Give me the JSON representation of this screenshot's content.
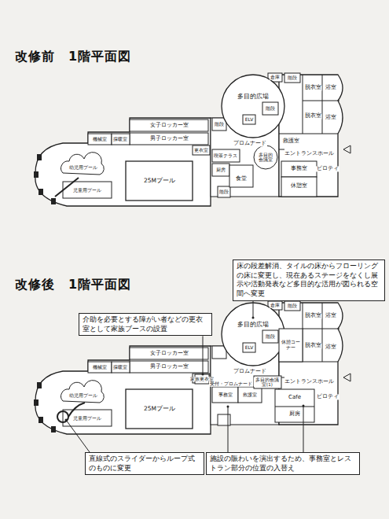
{
  "diagram": {
    "nodes": [
      {
        "text": [
          "床の段差解消、タイルの床からフローリングの床に変更し、現在あるステージをなくし展示や活動発表など多目的な活用が図られる空間へ変更"
        ]
      },
      {
        "text": [
          "介助を必要とする障がい者などの更衣室として家族ブースの設置"
        ]
      },
      {
        "text": [
          "直線式のスライダーからループ式のものに変更"
        ]
      },
      {
        "text": [
          "施設の賑わいを演出するため、事務室とレストラン部分の位置の入替え"
        ]
      }
    ],
    "labels": [
      "改修前　1階平面図",
      "倉庫",
      "階段",
      "脱衣室",
      "浴室",
      "脱衣室",
      "浴室",
      "多目的広場",
      "階段",
      "ELV",
      "階段",
      "女子ロッカー室",
      "男子ロッカー室",
      "機械室",
      "採暖室",
      "救護室",
      "更衣室",
      "プロムナード",
      "エントランスホール",
      "ピロティ",
      "幼児用プール",
      "喫茶テラス",
      "多目的会議室",
      "事務室",
      "25Mプール",
      "厨房",
      "食堂",
      "休憩室",
      "児童用プール",
      "階段",
      "改修後　1階平面図",
      "倉庫",
      "階段",
      "脱衣室",
      "浴室",
      "休憩コーナー",
      "脱衣室",
      "浴室",
      "多目的広場",
      "階段",
      "ELV",
      "女子ロッカー室",
      "男子ロッカー室",
      "機械室",
      "採暖室",
      "家族更衣室",
      "プロムナード",
      "エントランスホール",
      "ピロティ",
      "幼児用プール",
      "受付・プロムナード",
      "多目的会議室(1)",
      "事務室",
      "救護室",
      "25Mプール",
      "Cafe",
      "厨房",
      "児童用プール"
    ]
  }
}
